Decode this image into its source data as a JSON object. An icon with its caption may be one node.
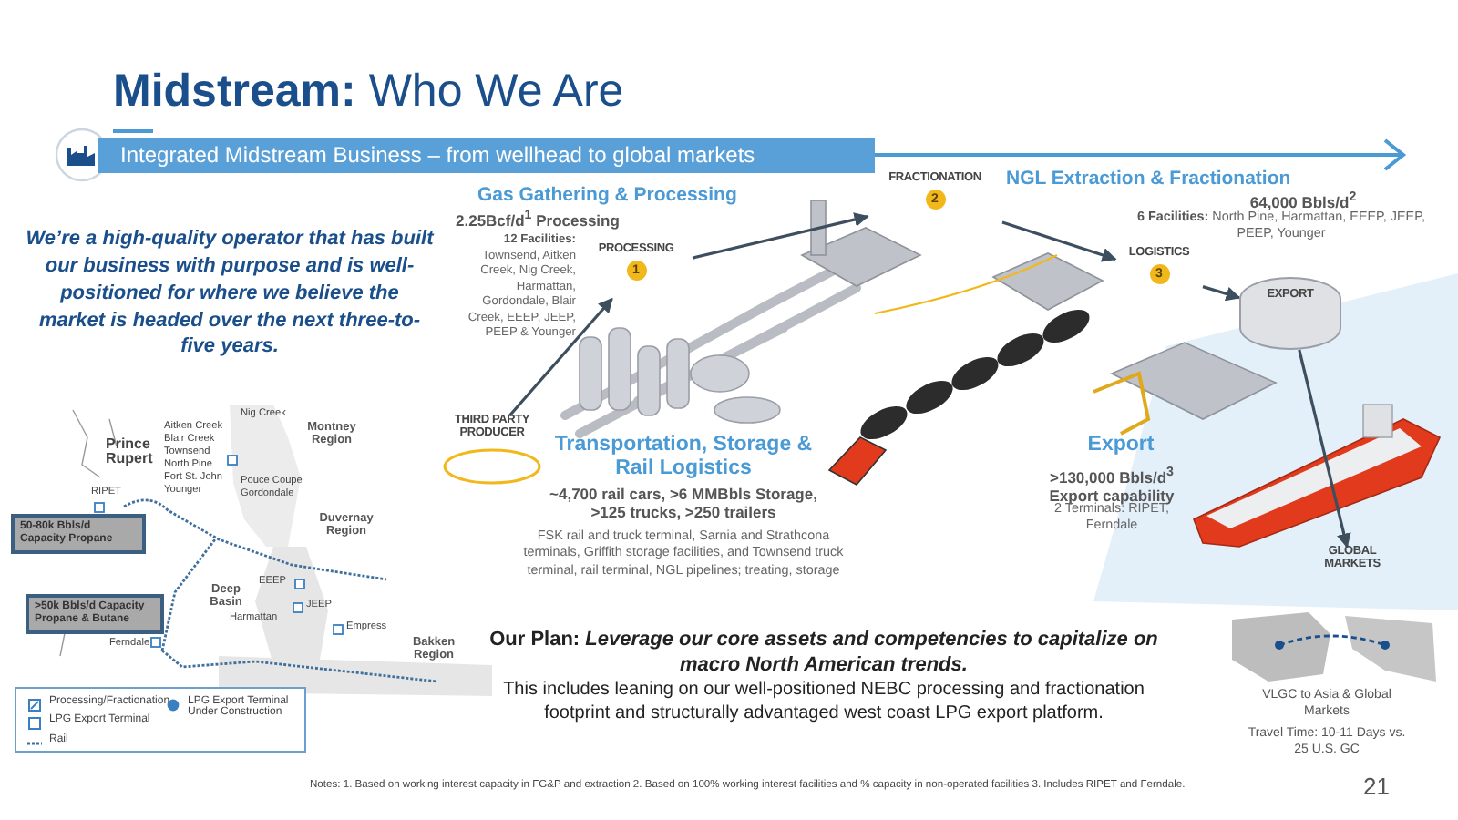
{
  "diagram": {
    "title": "**Midstream:** Who We Are",
    "nodes": [
      {
        "text": [
          "THIRD PARTY PRODUCER"
        ]
      },
      {
        "text": [
          "PROCESSING",
          "1"
        ]
      },
      {
        "text": [
          "FRACTIONATION",
          "2"
        ]
      },
      {
        "text": [
          "LOGISTICS",
          "3"
        ]
      },
      {
        "text": [
          "EXPORT"
        ]
      },
      {
        "text": [
          "GLOBAL MARKETS"
        ]
      },
      {
        "text": [
          "50-80k Bbls/d Capacity Propane"
        ]
      },
      {
        "text": [
          ">50k Bbls/d Capacity Propane & Butane"
        ]
      },
      {
        "text": [
          "Integrated Midstream Business – from wellhead to global markets"
        ]
      }
    ],
    "edges": [
      {
        "from": 0,
        "to": 1,
        "arrow": "to"
      },
      {
        "from": 1,
        "to": 2,
        "arrow": "to"
      },
      {
        "from": 2,
        "to": 3,
        "arrow": "to"
      },
      {
        "from": 3,
        "to": 4,
        "arrow": "to"
      },
      {
        "from": 4,
        "to": 5,
        "arrow": "to"
      }
    ],
    "labels": [
      "Gas Gathering & Processing",
      "NGL Extraction & Fractionation",
      "We’re a high-quality operator that has built our business with purpose and is well-positioned for where we believe the market is headed over the next three-to-five years.",
      "2.25Bcf/d$^{1}$ Processing",
      "**12 Facilities:** Townsend, Aitken Creek, Nig Creek, Harmattan, Gordondale, Blair Creek, EEEP, JEEP, PEEP & Younger",
      "64,000 Bbls/d$^{2}$",
      "**6 Facilities:** North Pine, Harmattan, EEEP, JEEP, PEEP, Younger",
      "Transportation, Storage & Rail Logistics",
      "~4,700 rail cars, >6 MMBbls Storage, >125 trucks, >250 trailers",
      "FSK rail and truck terminal, Sarnia and Strathcona terminals, Griffith storage facilities, and Townsend truck terminal, rail terminal, NGL pipelines; treating, storage",
      "Export",
      ">130,000 Bbls/d$^{3}$ Export capability",
      "2 Terminals: RIPET, Ferndale",
      "Prince Rupert",
      "RIPET",
      "Nig Creek",
      "Aitken Creek",
      "Blair Creek",
      "Montney Region",
      "Townsend",
      "North Pine",
      "Fort St. John",
      "Pouce Coupe",
      "Younger",
      "Gordondale",
      "Duvernay Region",
      "EEEP",
      "Deep Basin",
      "JEEP",
      "Harmattan",
      "Empress",
      "Ferndale",
      "Bakken Region",
      "Our Plan: *Leverage our core assets and competencies to capitalize on macro North American trends.*",
      "This includes leaning on our well-positioned NEBC processing and fractionation footprint and structurally advantaged west coast LPG export platform.",
      "VLGC to Asia & Global Markets",
      "Travel Time: 10-11 Days vs. 25 U.S. GC",
      "Notes: 1. Based on working interest capacity in FG&P and extraction  2. Based on 100% working interest facilities and % capacity in non-operated facilities 3. Includes RIPET and Ferndale.",
      "21"
    ],
    "legend": [
      {
        "text": "Processing/Fractionation"
      },
      {
        "text": "LPG Export Terminal"
      },
      {
        "text": "LPG Export Terminal Under Construction"
      },
      {
        "text": "Rail"
      }
    ]
  }
}
